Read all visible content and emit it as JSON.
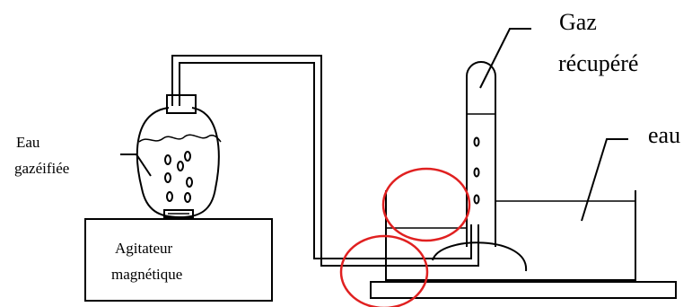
{
  "labels": {
    "gas_line1": "Gaz",
    "gas_line2": "récupéré",
    "water": "eau",
    "sparkling_line1": "Eau",
    "sparkling_line2": "gazéifiée",
    "stirrer_line1": "Agitateur",
    "stirrer_line2": "magnétique"
  },
  "colors": {
    "stroke": "#000000",
    "highlight": "#e02020",
    "background": "#ffffff"
  }
}
